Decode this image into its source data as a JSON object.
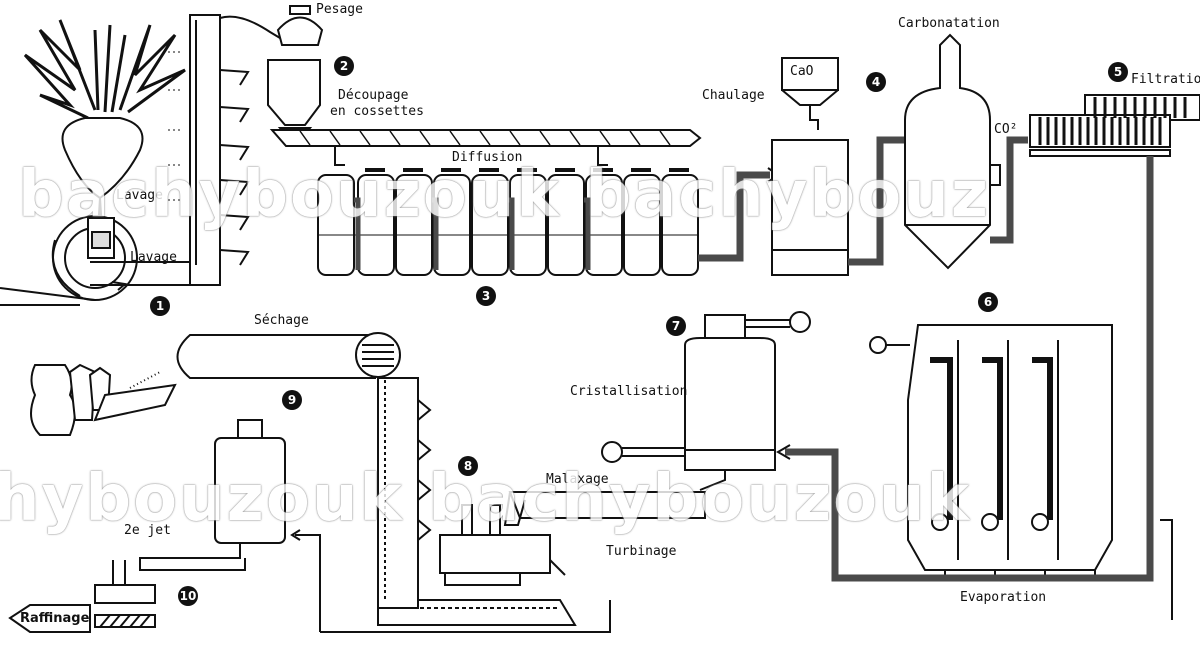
{
  "labels": {
    "pesage": "Pesage",
    "decoupage_1": "Découpage",
    "decoupage_2": "en cossettes",
    "diffusion": "Diffusion",
    "chaulage": "Chaulage",
    "cao": "CaO",
    "carbonatation": "Carbonatation",
    "co2": "CO²",
    "filtration": "Filtration",
    "lavage_top": "Lavage",
    "lavage_bottom": "Lavage",
    "sechage": "Séchage",
    "cristallisation": "Cristallisation",
    "malaxage": "Malaxage",
    "turbinage": "Turbinage",
    "evaporation": "Evaporation",
    "jet": "2e jet",
    "raffinage": "Raffinage"
  },
  "steps": [
    "1",
    "2",
    "3",
    "4",
    "5",
    "6",
    "7",
    "8",
    "9",
    "10"
  ],
  "watermark": {
    "row1": "bachybouzouk bachybouz",
    "row2": "hybouzouk bachybouzouk"
  },
  "colors": {
    "ink": "#111111",
    "pipe": "#4a4a4a",
    "bg": "#ffffff"
  }
}
